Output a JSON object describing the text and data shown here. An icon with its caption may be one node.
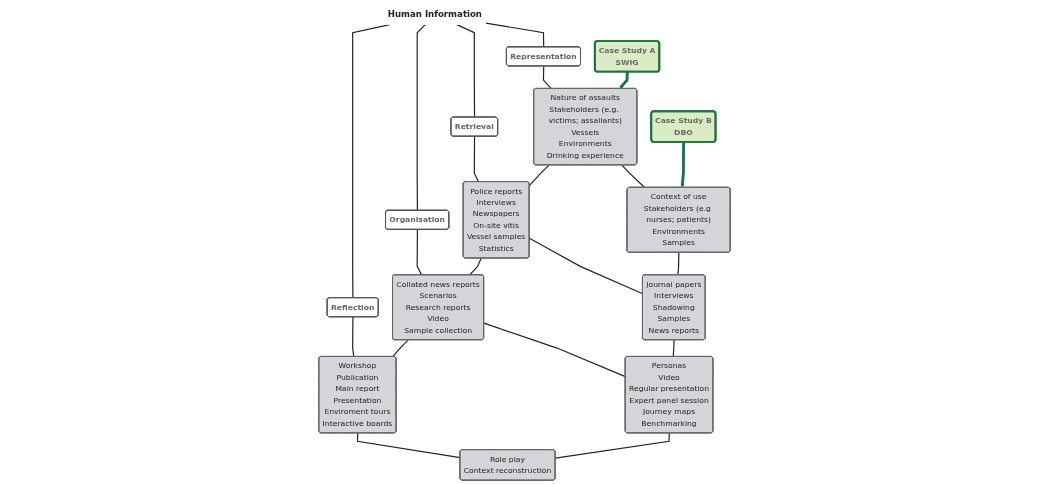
{
  "diagram": {
    "nodes": [
      {
        "text": [
          "Human Information"
        ]
      },
      {
        "text": [
          "Representation"
        ]
      },
      {
        "text": [
          "Retrieval"
        ]
      },
      {
        "text": [
          "Organisation"
        ]
      },
      {
        "text": [
          "Reflection"
        ]
      },
      {
        "text": [
          "Case Study A",
          "SWIG"
        ]
      },
      {
        "text": [
          "Nature of assaults",
          "Stakeholders (e.g. victims; assailants)",
          "Vessels",
          "Environments",
          "Drinking experience"
        ]
      },
      {
        "text": [
          "Police reports",
          "Interviews",
          "Newspapers",
          "On-site vitis",
          "Vessel samples",
          "Statistics"
        ]
      },
      {
        "text": [
          "Collated news reports",
          "Scenarios",
          "Research reports",
          "Video",
          "Sample collection"
        ]
      },
      {
        "text": [
          "Workshop",
          "Publication",
          "Main report",
          "Presentation",
          "Enviroment tours",
          "Interactive boards"
        ]
      },
      {
        "text": [
          "Case Study B",
          "DBO"
        ]
      },
      {
        "text": [
          "Context of use",
          "Stakeholders (e.g nurses; patients)",
          "Environments",
          "Samples"
        ]
      },
      {
        "text": [
          "Journal papers",
          "Interviews",
          "Shadowing",
          "Samples",
          "News reports"
        ]
      },
      {
        "text": [
          "Personas",
          "Video",
          "Regular presentation",
          "Expert panel session",
          "Journey maps",
          "Benchmarking"
        ]
      },
      {
        "text": [
          "Role play",
          "Context reconstruction"
        ]
      }
    ],
    "edges": [
      {
        "from": 0,
        "to": 1,
        "arrow": "none"
      },
      {
        "from": 0,
        "to": 2,
        "arrow": "none"
      },
      {
        "from": 0,
        "to": 3,
        "arrow": "none"
      },
      {
        "from": 0,
        "to": 4,
        "arrow": "none"
      },
      {
        "from": 1,
        "to": 6,
        "arrow": "none"
      },
      {
        "from": 2,
        "to": 7,
        "arrow": "none"
      },
      {
        "from": 3,
        "to": 8,
        "arrow": "none"
      },
      {
        "from": 4,
        "to": 9,
        "arrow": "none"
      },
      {
        "from": 5,
        "to": 6,
        "arrow": "to",
        "style": "thick",
        "color": "#1b7340"
      },
      {
        "from": 6,
        "to": 7,
        "arrow": "none"
      },
      {
        "from": 7,
        "to": 8,
        "arrow": "none"
      },
      {
        "from": 8,
        "to": 9,
        "arrow": "none"
      },
      {
        "from": 6,
        "to": 11,
        "arrow": "none"
      },
      {
        "from": 7,
        "to": 12,
        "arrow": "none"
      },
      {
        "from": 8,
        "to": 13,
        "arrow": "none"
      },
      {
        "from": 9,
        "to": 14,
        "arrow": "none"
      },
      {
        "from": 10,
        "to": 11,
        "arrow": "to",
        "style": "thick",
        "color": "#1b7340"
      },
      {
        "from": 11,
        "to": 12,
        "arrow": "none"
      },
      {
        "from": 12,
        "to": 13,
        "arrow": "none"
      },
      {
        "from": 13,
        "to": 14,
        "arrow": "none"
      }
    ]
  }
}
